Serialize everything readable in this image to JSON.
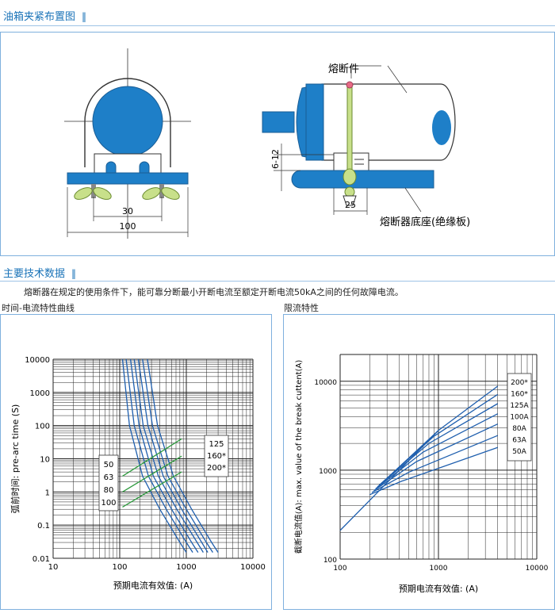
{
  "section1": {
    "title": "油箱夹紧布置图",
    "bars": "‖"
  },
  "diagram": {
    "fuse_label": "熔断件",
    "base_label": "熔断器底座(绝缘板)",
    "dim_30": "30",
    "dim_100": "100",
    "dim_6_12": "6-12",
    "dim_25": "25"
  },
  "section2": {
    "title": "主要技术数据",
    "bars": "‖",
    "description": "熔断器在规定的使用条件下，能可靠分断最小开断电流至额定开断电流50kA之间的任何故障电流。"
  },
  "colors": {
    "accent": "#1a73b8",
    "curve_blue": "#1f5fae",
    "curve_green": "#2e9a3e",
    "fuse_blue": "#1e7fc8",
    "fuse_green": "#c8e08a"
  },
  "chart_data": [
    {
      "type": "line",
      "title": "时间-电流特性曲线",
      "xlabel": "预期电流有效值: (A)",
      "ylabel": "弧前时间: pre-arc time (S)",
      "xscale": "log",
      "yscale": "log",
      "xlim": [
        10,
        10000
      ],
      "ylim": [
        0.01,
        10000
      ],
      "x_ticks": [
        "10",
        "100",
        "1000",
        "10000"
      ],
      "y_ticks": [
        "10000",
        "1000",
        "100",
        "10",
        "1",
        "0.1",
        "0.01"
      ],
      "legend_left": [
        "50",
        "63",
        "80",
        "100"
      ],
      "legend_right": [
        "125",
        "160*",
        "200*"
      ],
      "series": [
        {
          "rating": "50",
          "points": [
            [
              110,
              10000
            ],
            [
              140,
              100
            ],
            [
              220,
              3
            ],
            [
              400,
              0.3
            ],
            [
              800,
              0.03
            ],
            [
              1000,
              0.015
            ]
          ]
        },
        {
          "rating": "63",
          "points": [
            [
              125,
              10000
            ],
            [
              165,
              100
            ],
            [
              270,
              3
            ],
            [
              500,
              0.3
            ],
            [
              1000,
              0.03
            ],
            [
              1250,
              0.015
            ]
          ]
        },
        {
          "rating": "80",
          "points": [
            [
              145,
              10000
            ],
            [
              195,
              100
            ],
            [
              320,
              3
            ],
            [
              600,
              0.3
            ],
            [
              1200,
              0.03
            ],
            [
              1500,
              0.015
            ]
          ]
        },
        {
          "rating": "100",
          "points": [
            [
              165,
              10000
            ],
            [
              225,
              100
            ],
            [
              380,
              3
            ],
            [
              720,
              0.3
            ],
            [
              1450,
              0.03
            ],
            [
              1800,
              0.015
            ]
          ]
        },
        {
          "rating": "125",
          "points": [
            [
              190,
              10000
            ],
            [
              265,
              100
            ],
            [
              450,
              3
            ],
            [
              850,
              0.3
            ],
            [
              1700,
              0.03
            ],
            [
              2100,
              0.015
            ]
          ]
        },
        {
          "rating": "160*",
          "points": [
            [
              220,
              10000
            ],
            [
              310,
              100
            ],
            [
              530,
              3
            ],
            [
              1000,
              0.3
            ],
            [
              2000,
              0.03
            ],
            [
              2500,
              0.015
            ]
          ]
        },
        {
          "rating": "200*",
          "points": [
            [
              260,
              10000
            ],
            [
              370,
              100
            ],
            [
              640,
              3
            ],
            [
              1200,
              0.3
            ],
            [
              2400,
              0.03
            ],
            [
              3000,
              0.015
            ]
          ]
        }
      ],
      "green_lines": [
        {
          "points": [
            [
              110,
              3
            ],
            [
              850,
              40
            ]
          ]
        },
        {
          "points": [
            [
              110,
              1
            ],
            [
              850,
              12
            ]
          ]
        },
        {
          "points": [
            [
              110,
              0.35
            ],
            [
              850,
              4
            ]
          ]
        }
      ]
    },
    {
      "type": "line",
      "title": "限流特性",
      "xlabel": "预期电流有效值: (A)",
      "ylabel": "截断电流值(A): max. value of the break cuttent(A)",
      "xscale": "log",
      "yscale": "log",
      "xlim": [
        100,
        10000
      ],
      "ylim": [
        100,
        20000
      ],
      "x_ticks": [
        "100",
        "1000",
        "10000"
      ],
      "y_ticks": [
        "10000",
        "1000",
        "100"
      ],
      "legend": [
        "200*",
        "160*",
        "125A",
        "100A",
        "80A",
        "63A",
        "50A"
      ],
      "series": [
        {
          "rating": "200*",
          "points": [
            [
              260,
              700
            ],
            [
              1000,
              2800
            ],
            [
              4000,
              8800
            ]
          ]
        },
        {
          "rating": "160*",
          "points": [
            [
              250,
              680
            ],
            [
              900,
              2400
            ],
            [
              4000,
              7100
            ]
          ]
        },
        {
          "rating": "125A",
          "points": [
            [
              240,
              650
            ],
            [
              800,
              2000
            ],
            [
              4000,
              5600
            ]
          ]
        },
        {
          "rating": "100A",
          "points": [
            [
              230,
              620
            ],
            [
              700,
              1600
            ],
            [
              4000,
              4300
            ]
          ]
        },
        {
          "rating": "80A",
          "points": [
            [
              220,
              590
            ],
            [
              600,
              1250
            ],
            [
              4000,
              3300
            ]
          ]
        },
        {
          "rating": "63A",
          "points": [
            [
              210,
              560
            ],
            [
              500,
              950
            ],
            [
              4000,
              2450
            ]
          ]
        },
        {
          "rating": "50A",
          "points": [
            [
              200,
              530
            ],
            [
              420,
              750
            ],
            [
              4000,
              1800
            ]
          ]
        }
      ],
      "cutoff_line": {
        "points": [
          [
            100,
            210
          ],
          [
            1000,
            2800
          ]
        ]
      }
    }
  ]
}
